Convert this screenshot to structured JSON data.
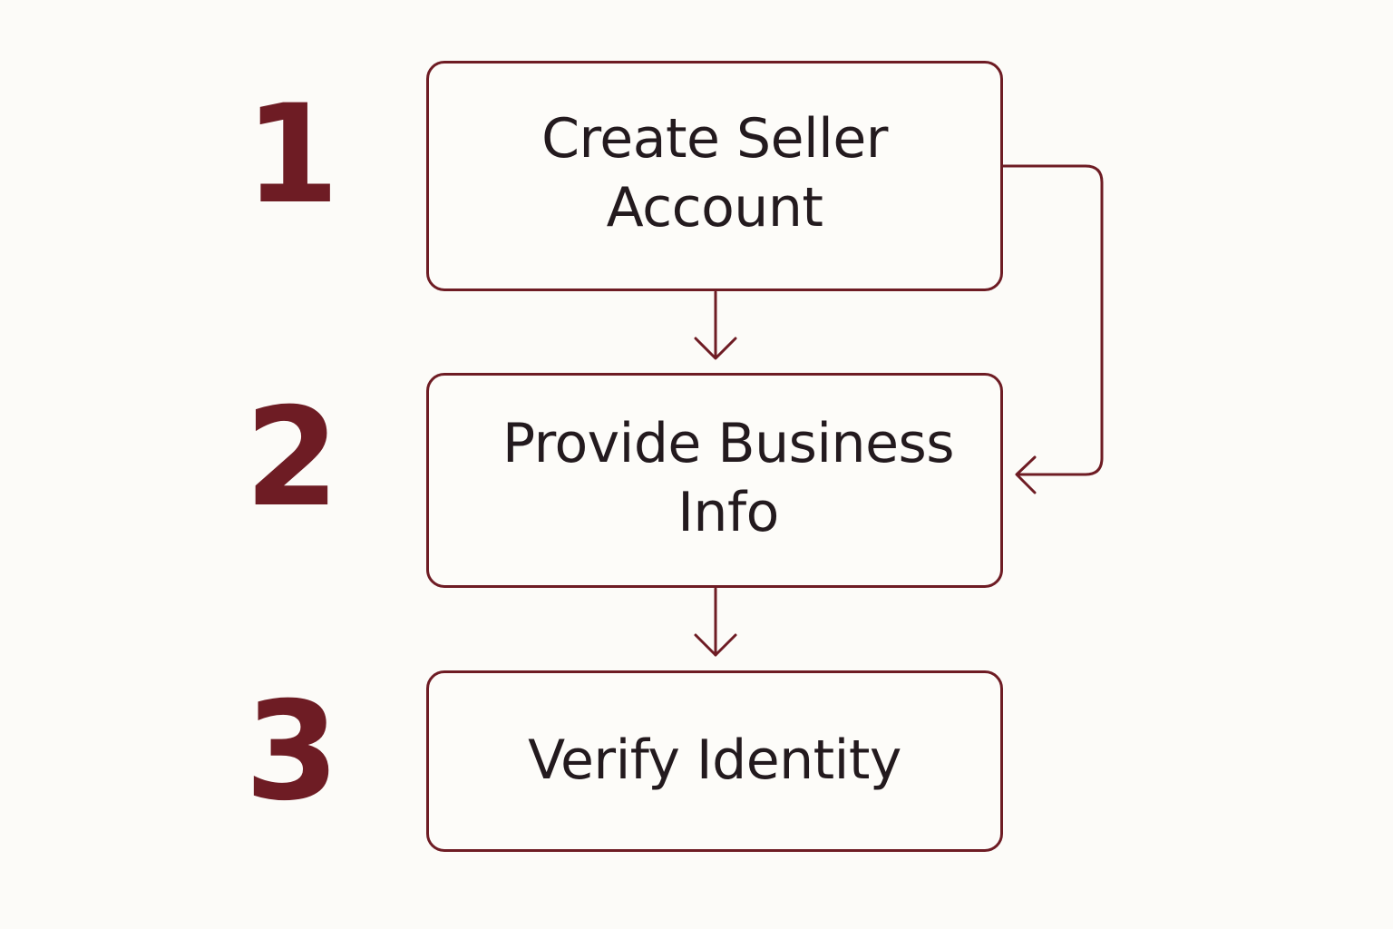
{
  "steps": [
    {
      "number": "1",
      "label": "Create Seller Account"
    },
    {
      "number": "2",
      "label": "Provide Business Info"
    },
    {
      "number": "3",
      "label": "Verify Identity"
    }
  ],
  "colors": {
    "accent": "#6e1c24",
    "text": "#231a1e",
    "background": "#fcfbf8"
  }
}
